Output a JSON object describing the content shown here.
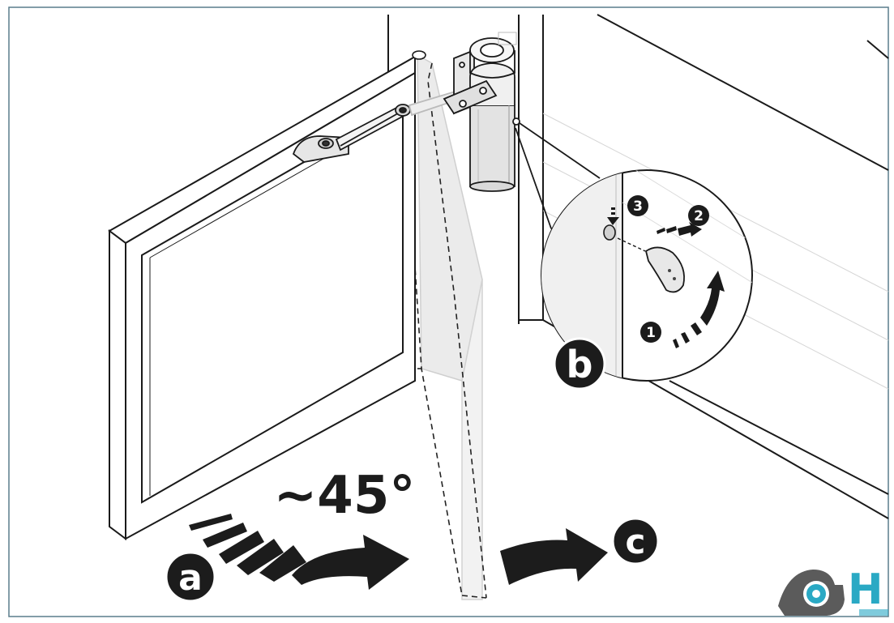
{
  "diagram": {
    "angle_label": "~45°",
    "step_labels": {
      "a": "a",
      "b": "b",
      "c": "c"
    },
    "detail_steps": [
      "1",
      "2",
      "3"
    ]
  },
  "logo": {
    "visible_text": "H"
  },
  "colors": {
    "line": "#1a1a1a",
    "frame": "#d8d8d8",
    "badge": "#1c1c1c",
    "badge_text": "#ffffff",
    "logo_teal": "#2aa9c4",
    "logo_grey": "#5b5b5b",
    "border": "#5a7d8c"
  }
}
